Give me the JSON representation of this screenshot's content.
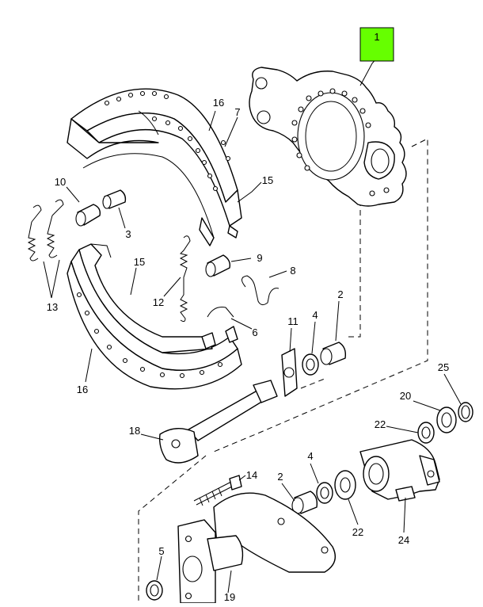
{
  "highlight": {
    "label": "1",
    "color": "#66ff00"
  },
  "callouts": [
    {
      "id": "c16a",
      "label": "16"
    },
    {
      "id": "c7",
      "label": "7"
    },
    {
      "id": "c15a",
      "label": "15"
    },
    {
      "id": "c10",
      "label": "10"
    },
    {
      "id": "c3",
      "label": "3"
    },
    {
      "id": "c9",
      "label": "9"
    },
    {
      "id": "c8",
      "label": "8"
    },
    {
      "id": "c15b",
      "label": "15"
    },
    {
      "id": "c12",
      "label": "12"
    },
    {
      "id": "c13",
      "label": "13"
    },
    {
      "id": "c6",
      "label": "6"
    },
    {
      "id": "c11",
      "label": "11"
    },
    {
      "id": "c4a",
      "label": "4"
    },
    {
      "id": "c2a",
      "label": "2"
    },
    {
      "id": "c16b",
      "label": "16"
    },
    {
      "id": "c25",
      "label": "25"
    },
    {
      "id": "c20",
      "label": "20"
    },
    {
      "id": "c22a",
      "label": "22"
    },
    {
      "id": "c18",
      "label": "18"
    },
    {
      "id": "c14",
      "label": "14"
    },
    {
      "id": "c4b",
      "label": "4"
    },
    {
      "id": "c2b",
      "label": "2"
    },
    {
      "id": "c22b",
      "label": "22"
    },
    {
      "id": "c24",
      "label": "24"
    },
    {
      "id": "c5",
      "label": "5"
    },
    {
      "id": "c19",
      "label": "19"
    }
  ]
}
